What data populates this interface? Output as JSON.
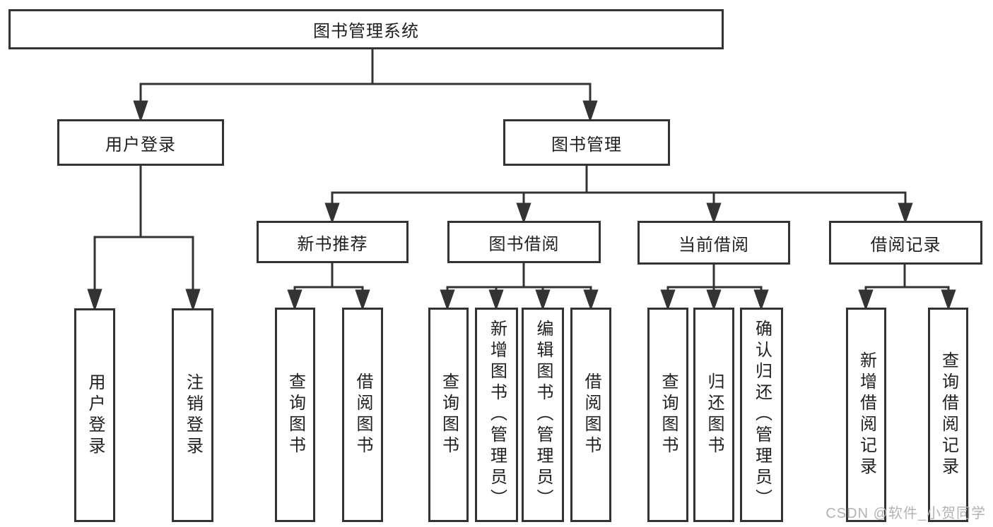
{
  "colors": {
    "line": "#333333",
    "box_border": "#333333",
    "text": "#1f1f1f",
    "watermark": "#b3b3b3"
  },
  "tree": {
    "root": "图书管理系统",
    "branches": [
      {
        "label": "用户登录",
        "children": [
          "用户登录",
          "注销登录"
        ]
      },
      {
        "label": "图书管理",
        "children": [
          {
            "label": "新书推荐",
            "children": [
              "查询图书",
              "借阅图书"
            ]
          },
          {
            "label": "图书借阅",
            "children": [
              "查询图书",
              "新增图书（管理员）",
              "编辑图书（管理员）",
              "借阅图书"
            ]
          },
          {
            "label": "当前借阅",
            "children": [
              "查询图书",
              "归还图书",
              "确认归还（管理员）"
            ]
          },
          {
            "label": "借阅记录",
            "children": [
              "新增借阅记录",
              "查询借阅记录"
            ]
          }
        ]
      }
    ]
  },
  "watermark": "CSDN @软件_小贺同学"
}
